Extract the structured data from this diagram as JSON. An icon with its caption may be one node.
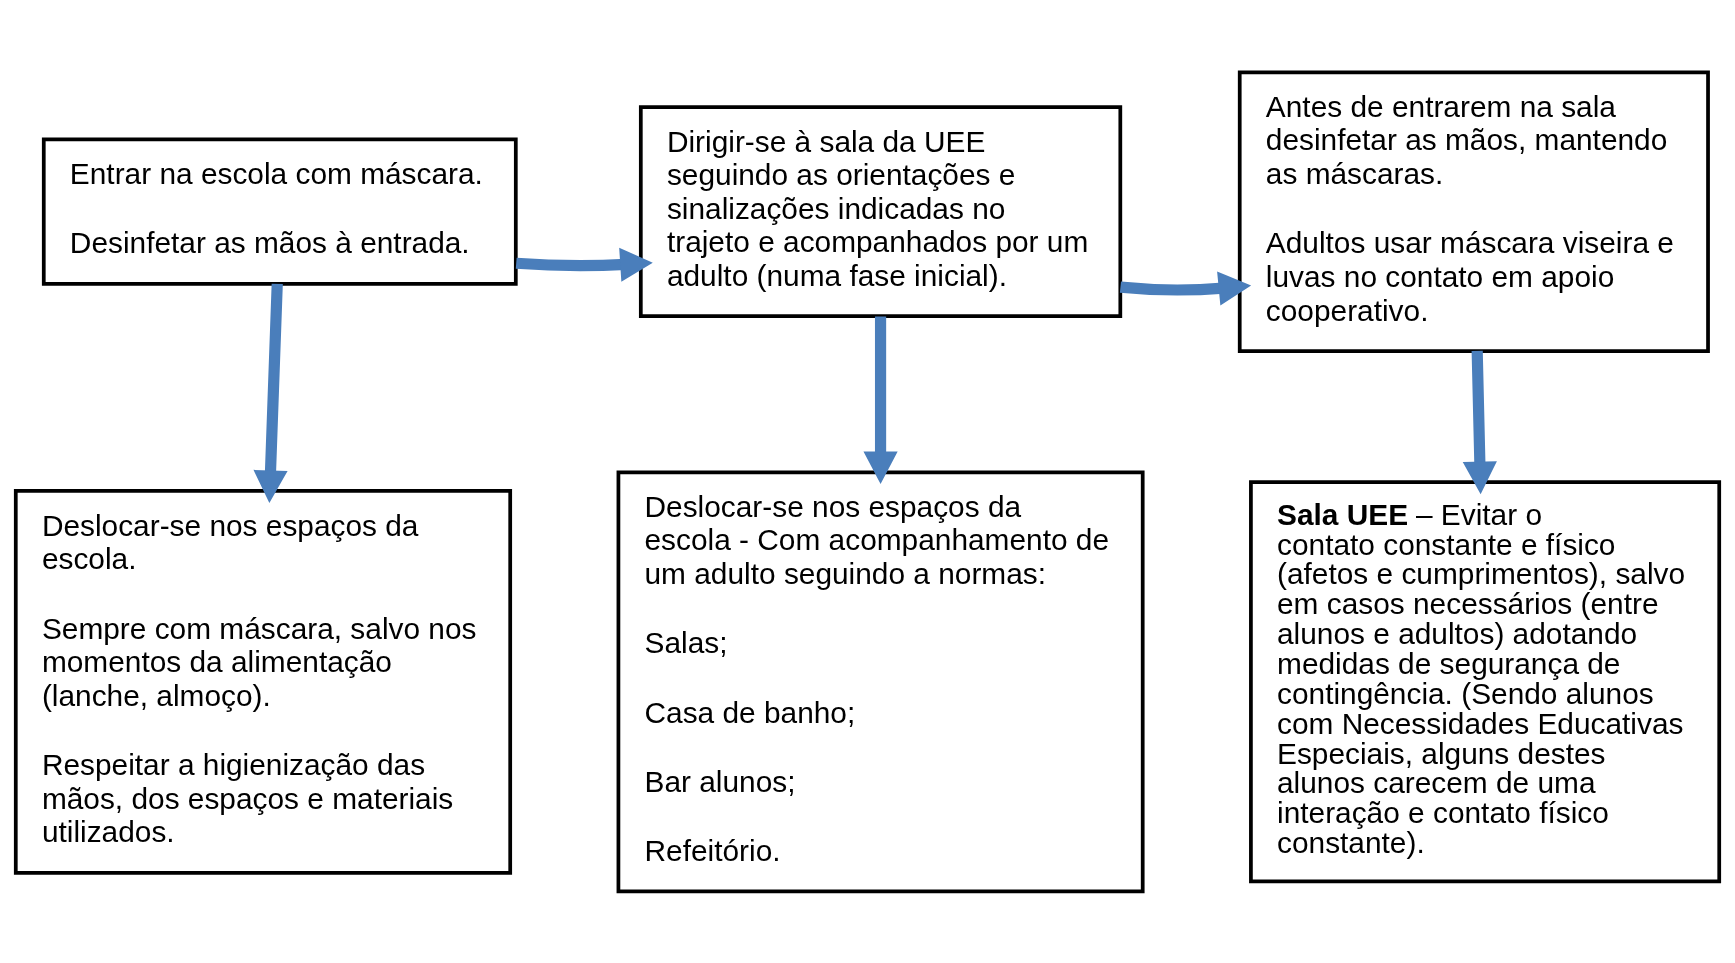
{
  "diagram": {
    "nodes": [
      {
        "text": [
          "Entrar na escola com máscara.",
          "Desinfetar as mãos à entrada."
        ]
      },
      {
        "text": [
          "Dirigir-se à sala da UEE seguindo as orientações e sinalizações indicadas no trajeto e acompanhados por um adulto (numa fase inicial)."
        ]
      },
      {
        "text": [
          "Antes de entrarem na sala desinfetar as mãos, mantendo as máscaras.",
          "Adultos usar máscara viseira e luvas no contato em apoio cooperativo."
        ]
      },
      {
        "text": [
          "Deslocar-se nos espaços da escola.",
          "Sempre com máscara, salvo nos momentos da alimentação (lanche, almoço).",
          "Respeitar a higienização das mãos, dos espaços e materiais utilizados."
        ]
      },
      {
        "text": [
          "Deslocar-se nos espaços da escola - Com acompanhamento de um adulto seguindo a normas:",
          "Salas;",
          "Casa de banho;",
          "Bar alunos;",
          "Refeitório."
        ]
      },
      {
        "text": [
          "**Sala UEE** – Evitar o contato constante e físico (afetos e cumprimentos), salvo em casos necessários (entre alunos e adultos) adotando medidas de segurança de contingência. (Sendo alunos com Necessidades Educativas Especiais, alguns destes alunos carecem de uma interação e contato físico constante)."
        ]
      }
    ],
    "edges": [
      {
        "from": 0,
        "to": 1,
        "arrow": "to"
      },
      {
        "from": 1,
        "to": 2,
        "arrow": "to"
      },
      {
        "from": 0,
        "to": 3,
        "arrow": "to"
      },
      {
        "from": 1,
        "to": 4,
        "arrow": "to"
      },
      {
        "from": 2,
        "to": 5,
        "arrow": "to"
      }
    ]
  }
}
